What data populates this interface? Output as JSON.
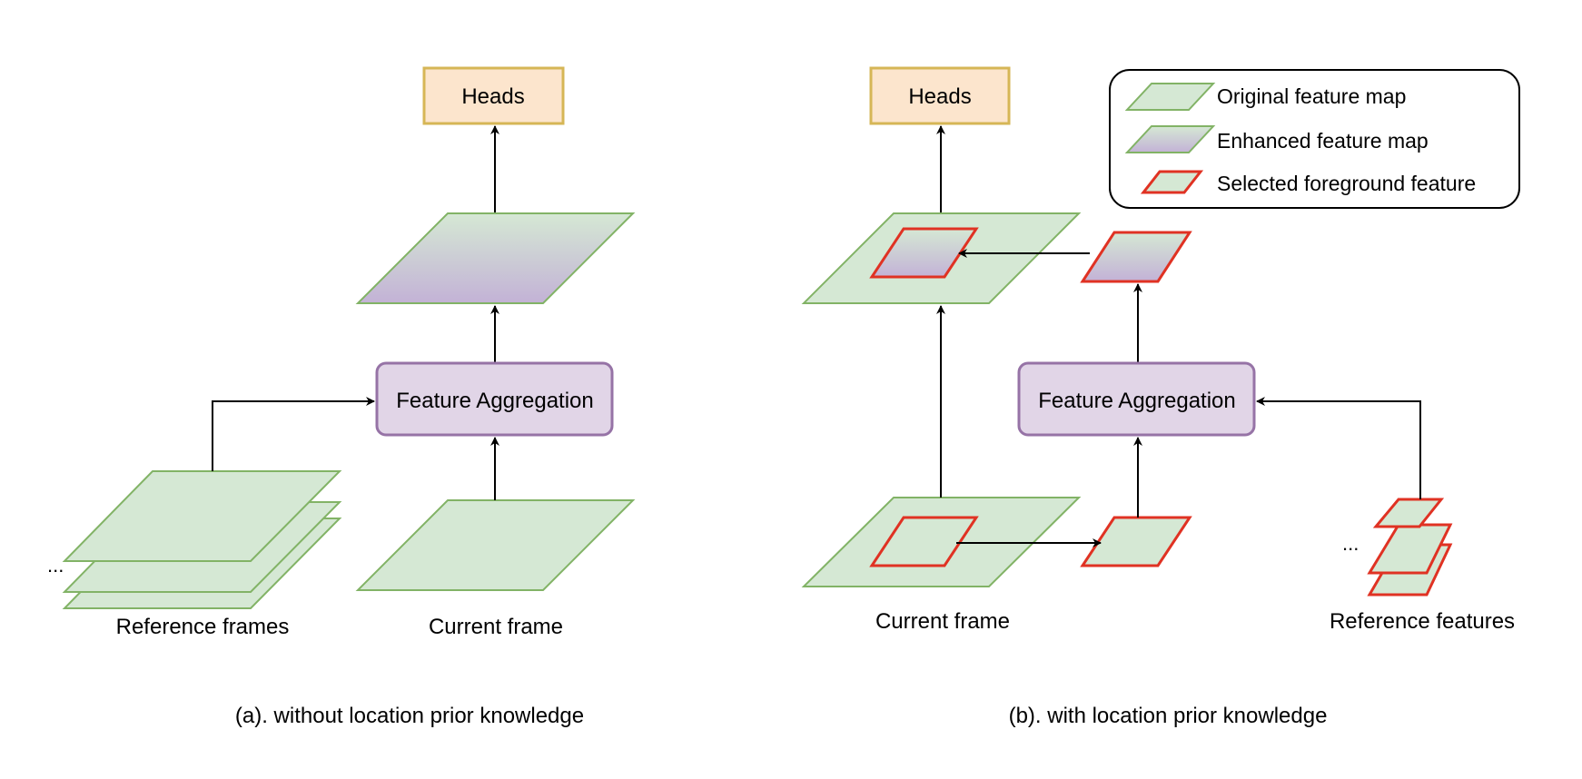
{
  "panel_a": {
    "heads": "Heads",
    "aggregation": "Feature Aggregation",
    "ellipsis": "...",
    "reference_label": "Reference frames",
    "current_label": "Current frame",
    "caption": "(a). without location prior knowledge"
  },
  "panel_b": {
    "heads": "Heads",
    "aggregation": "Feature Aggregation",
    "ellipsis": "...",
    "current_label": "Current frame",
    "reference_label": "Reference features",
    "caption": "(b). with location prior knowledge"
  },
  "legend": {
    "original": "Original feature map",
    "enhanced": "Enhanced feature map",
    "selected": "Selected foreground feature"
  },
  "colors": {
    "feature_fill": "#d5e8d4",
    "feature_stroke": "#82b366",
    "enhanced_top": "#d5e8d4",
    "enhanced_bottom": "#c3b2d6",
    "heads_fill": "#fce5cd",
    "heads_stroke": "#d6b656",
    "agg_fill": "#e1d5e7",
    "agg_stroke": "#9673a6",
    "selected_stroke": "#e03223"
  }
}
